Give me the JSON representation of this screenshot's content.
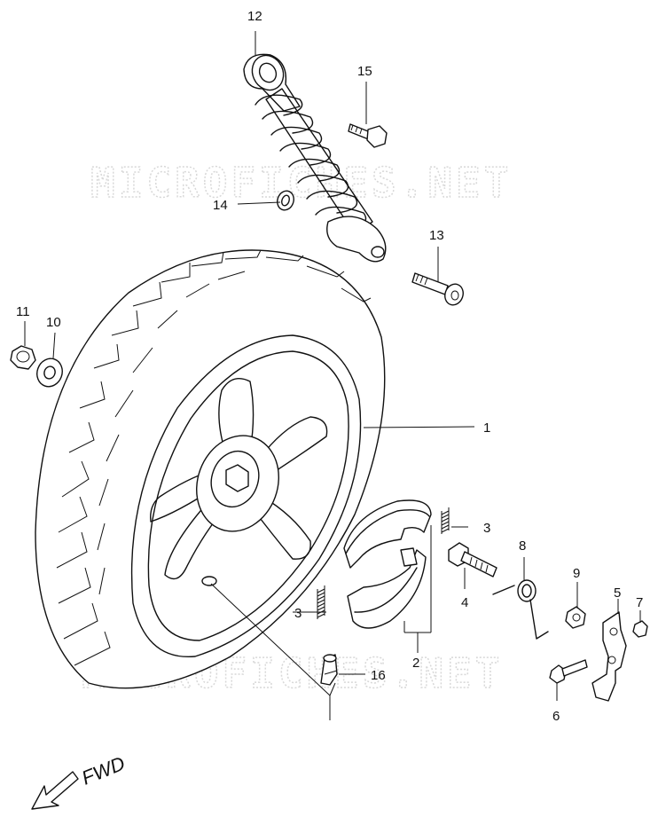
{
  "watermark": "MICROFICHES.NET",
  "direction_label": "FWD",
  "callouts": {
    "c1": "1",
    "c2": "2",
    "c3a": "3",
    "c3b": "3",
    "c4": "4",
    "c5": "5",
    "c6": "6",
    "c7": "7",
    "c8": "8",
    "c9": "9",
    "c10": "10",
    "c11": "11",
    "c12": "12",
    "c13": "13",
    "c14": "14",
    "c15": "15",
    "c16": "16"
  },
  "colors": {
    "line": "#111111",
    "watermark": "#d8d8d8",
    "background": "#ffffff"
  }
}
